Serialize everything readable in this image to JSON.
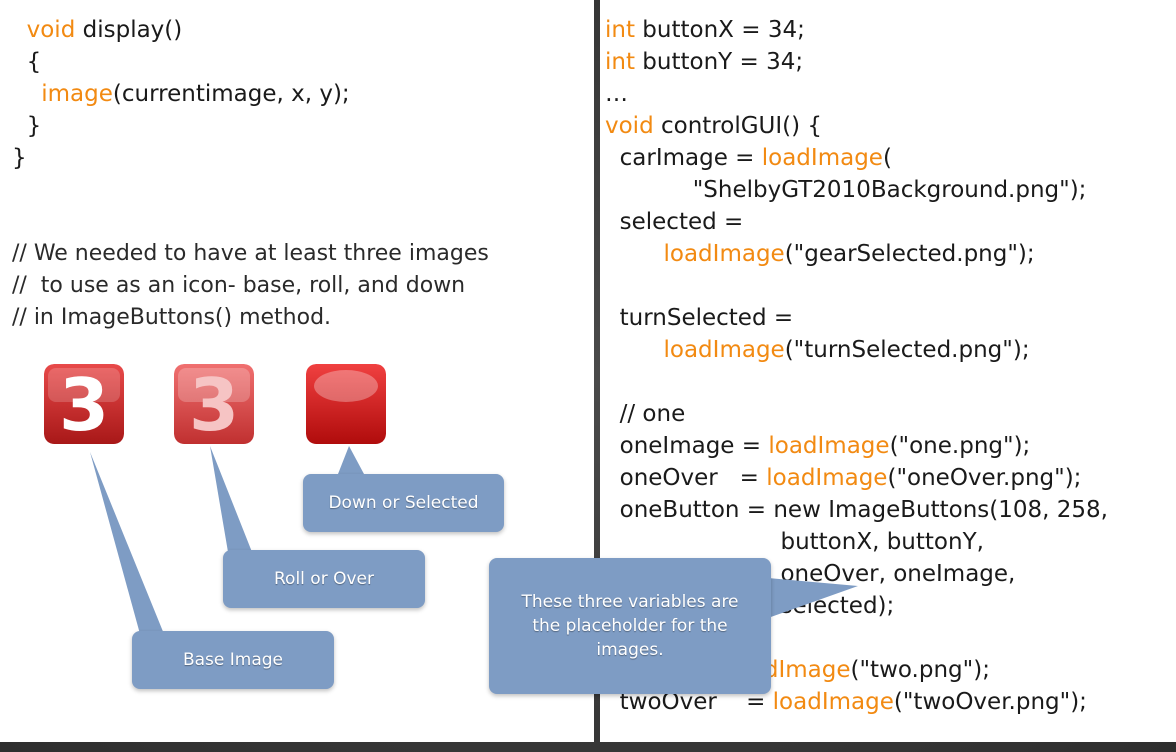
{
  "slide": {
    "left_code_lines": [
      [
        {
          "t": "  "
        },
        {
          "t": "void",
          "kw": true
        },
        {
          "t": " display()"
        }
      ],
      [
        {
          "t": "  {"
        }
      ],
      [
        {
          "t": "    "
        },
        {
          "t": "image",
          "kw": true
        },
        {
          "t": "(currentimage, x, y);"
        }
      ],
      [
        {
          "t": "  }"
        }
      ],
      [
        {
          "t": "}"
        }
      ]
    ],
    "left_comment_lines": [
      "// We needed to have at least three images",
      "//  to use as an icon- base, roll, and down",
      "// in ImageButtons() method."
    ],
    "icons": {
      "base": {
        "glyph": "3",
        "color": "#d42a2a"
      },
      "roll": {
        "glyph": "3",
        "color": "#e04848"
      },
      "down": {
        "glyph": "",
        "color": "#e01818"
      }
    },
    "callouts": {
      "down": "Down or Selected",
      "roll": "Roll or Over",
      "base": "Base Image",
      "vars_lines": [
        "These three variables are",
        "the  placeholder for the",
        "images."
      ]
    },
    "right_code_lines": [
      [
        {
          "t": "int",
          "kw": true
        },
        {
          "t": " buttonX = 34;"
        }
      ],
      [
        {
          "t": "int",
          "kw": true
        },
        {
          "t": " buttonY = 34;"
        }
      ],
      [
        {
          "t": "…"
        }
      ],
      [
        {
          "t": "void",
          "kw": true
        },
        {
          "t": " controlGUI() {"
        }
      ],
      [
        {
          "t": "  carImage = "
        },
        {
          "t": "loadImage",
          "kw": true
        },
        {
          "t": "("
        }
      ],
      [
        {
          "t": "            \"ShelbyGT2010Background.png\");"
        }
      ],
      [
        {
          "t": "  selected ="
        }
      ],
      [
        {
          "t": "        "
        },
        {
          "t": "loadImage",
          "kw": true
        },
        {
          "t": "(\"gearSelected.png\");"
        }
      ],
      [
        {
          "t": ""
        }
      ],
      [
        {
          "t": "  turnSelected ="
        }
      ],
      [
        {
          "t": "        "
        },
        {
          "t": "loadImage",
          "kw": true
        },
        {
          "t": "(\"turnSelected.png\");"
        }
      ],
      [
        {
          "t": ""
        }
      ],
      [
        {
          "t": "  // one"
        }
      ],
      [
        {
          "t": "  oneImage = "
        },
        {
          "t": "loadImage",
          "kw": true
        },
        {
          "t": "(\"one.png\");"
        }
      ],
      [
        {
          "t": "  oneOver   = "
        },
        {
          "t": "loadImage",
          "kw": true
        },
        {
          "t": "(\"oneOver.png\");"
        }
      ],
      [
        {
          "t": "  oneButton = new ImageButtons(108, 258,"
        }
      ],
      [
        {
          "t": "                        buttonX, buttonY,"
        }
      ],
      [
        {
          "t": "                        oneOver, oneImage,"
        }
      ],
      [
        {
          "t": "                        selected);"
        }
      ],
      [
        {
          "t": ""
        }
      ],
      [
        {
          "t": "                 "
        },
        {
          "t": "loadImage",
          "kw": true
        },
        {
          "t": "(\"two.png\");"
        }
      ],
      [
        {
          "t": "  twoOver    = "
        },
        {
          "t": "loadImage",
          "kw": true
        },
        {
          "t": "(\"twoOver.png\");"
        }
      ]
    ],
    "colors": {
      "keyword": "#f28a12",
      "callout": "#7e9cc4"
    }
  }
}
